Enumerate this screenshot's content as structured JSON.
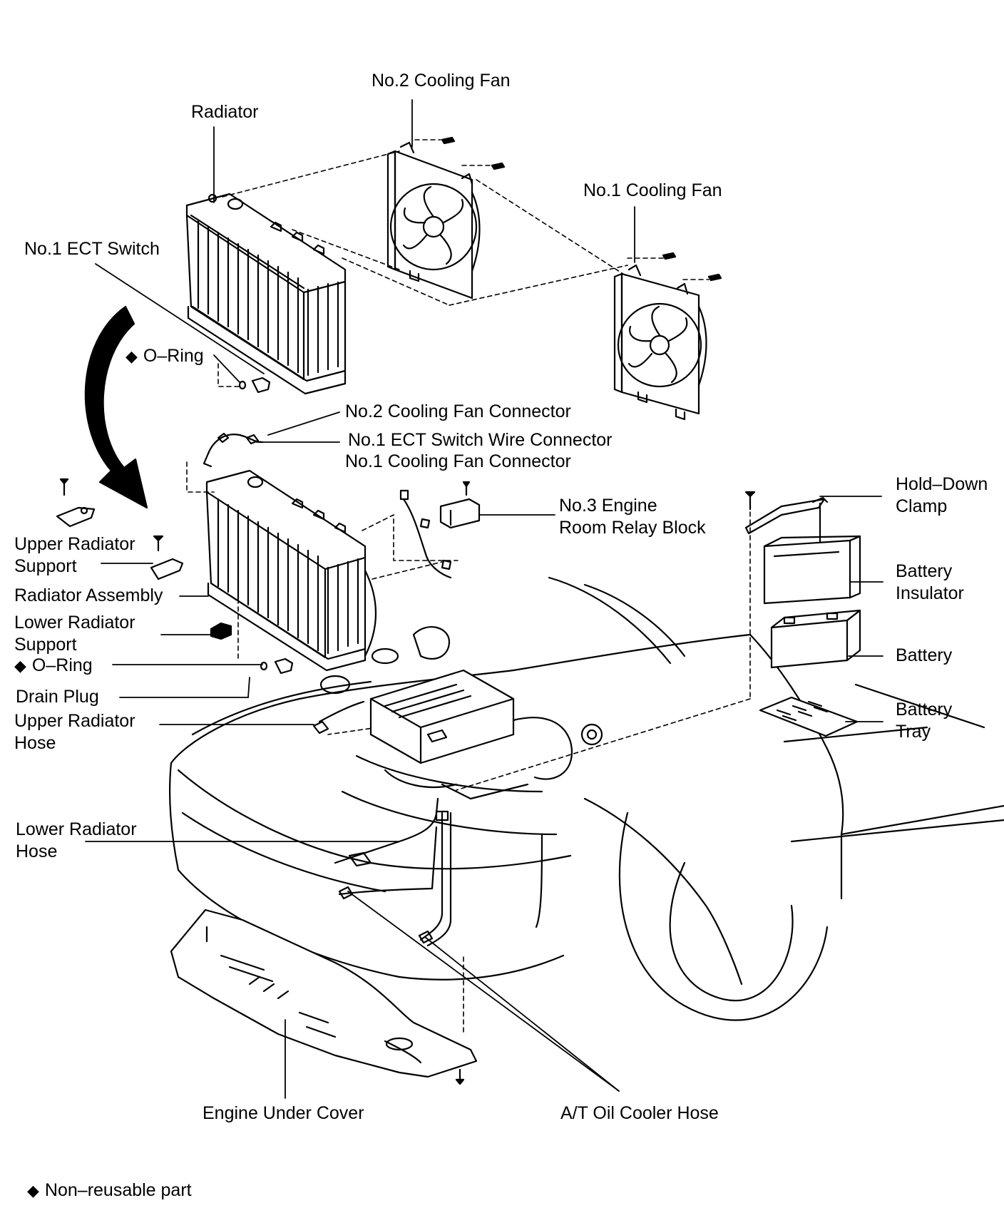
{
  "labels": {
    "radiator": "Radiator",
    "no2_cooling_fan": "No.2 Cooling Fan",
    "no1_cooling_fan": "No.1 Cooling Fan",
    "no1_ect_switch": "No.1 ECT Switch",
    "o_ring_top": "O–Ring",
    "no2_cooling_fan_connector": "No.2 Cooling Fan Connector",
    "no1_ect_switch_wire_connector": "No.1 ECT Switch Wire Connector",
    "no1_cooling_fan_connector": "No.1 Cooling Fan Connector",
    "no3_engine_room_relay_block_l1": "No.3 Engine",
    "no3_engine_room_relay_block_l2": "Room Relay Block",
    "hold_down_clamp_l1": "Hold–Down",
    "hold_down_clamp_l2": "Clamp",
    "upper_radiator_support_l1": "Upper Radiator",
    "upper_radiator_support_l2": "Support",
    "radiator_assembly": "Radiator Assembly",
    "lower_radiator_support_l1": "Lower Radiator",
    "lower_radiator_support_l2": "Support",
    "o_ring_bottom": "O–Ring",
    "drain_plug": "Drain Plug",
    "upper_radiator_hose_l1": "Upper Radiator",
    "upper_radiator_hose_l2": "Hose",
    "battery_insulator_l1": "Battery",
    "battery_insulator_l2": "Insulator",
    "battery": "Battery",
    "battery_tray_l1": "Battery",
    "battery_tray_l2": "Tray",
    "lower_radiator_hose_l1": "Lower Radiator",
    "lower_radiator_hose_l2": "Hose",
    "engine_under_cover": "Engine Under Cover",
    "at_oil_cooler_hose": "A/T Oil Cooler Hose"
  },
  "legend": {
    "symbol": "◆",
    "text": "Non–reusable part"
  },
  "icons": {
    "non_reusable_marker": "diamond-icon",
    "direction_arrow": "curved-arrow-icon"
  }
}
